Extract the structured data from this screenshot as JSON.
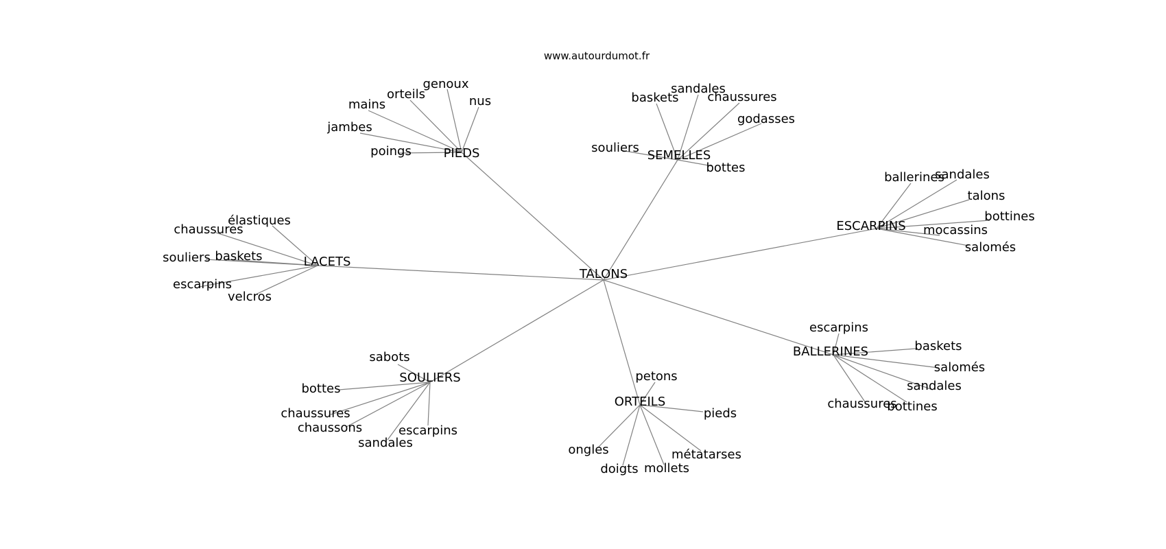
{
  "source": "www.autourdumot.fr",
  "graph": {
    "center": "TALONS",
    "clusters": [
      {
        "hub": "PIEDS",
        "words": [
          "genoux",
          "orteils",
          "mains",
          "nus",
          "jambes",
          "poings"
        ]
      },
      {
        "hub": "SEMELLES",
        "words": [
          "sandales",
          "baskets",
          "chaussures",
          "godasses",
          "souliers",
          "bottes"
        ]
      },
      {
        "hub": "ESCARPINS",
        "words": [
          "ballerines",
          "sandales",
          "talons",
          "bottines",
          "mocassins",
          "salomés"
        ]
      },
      {
        "hub": "LACETS",
        "words": [
          "élastiques",
          "chaussures",
          "souliers",
          "baskets",
          "escarpins",
          "velcros"
        ]
      },
      {
        "hub": "BALLERINES",
        "words": [
          "escarpins",
          "baskets",
          "salomés",
          "sandales",
          "chaussures",
          "bottines"
        ]
      },
      {
        "hub": "SOULIERS",
        "words": [
          "sabots",
          "bottes",
          "chaussures",
          "chaussons",
          "escarpins",
          "sandales"
        ]
      },
      {
        "hub": "ORTEILS",
        "words": [
          "petons",
          "pieds",
          "ongles",
          "métatarses",
          "doigts",
          "mollets"
        ]
      }
    ]
  }
}
